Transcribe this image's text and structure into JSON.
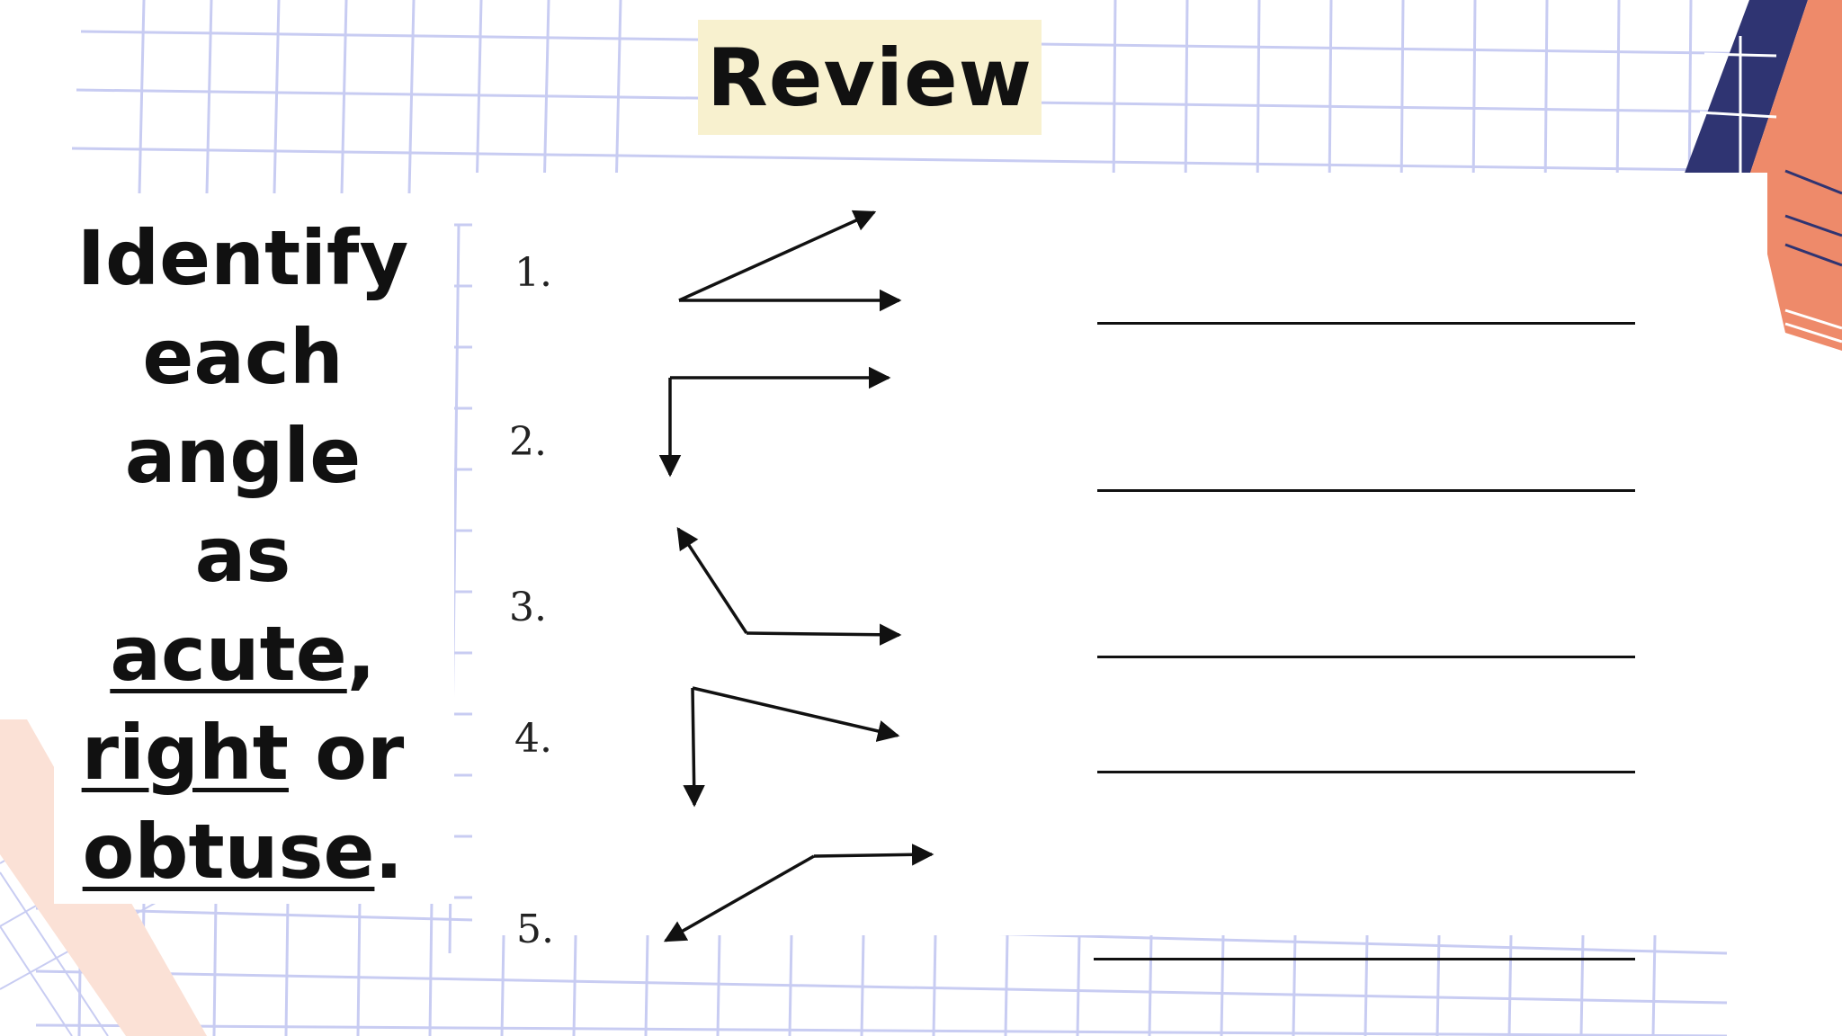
{
  "title": "Review",
  "instructions": {
    "line1": "Identify",
    "line2": "each",
    "line3": "angle",
    "line4": "as",
    "word_acute": "acute",
    "comma": ",",
    "word_right": "right",
    "or1": " or",
    "word_obtuse": "obtuse",
    "period": "."
  },
  "items": [
    {
      "number": "1."
    },
    {
      "number": "2."
    },
    {
      "number": "3."
    },
    {
      "number": "4."
    },
    {
      "number": "5."
    }
  ],
  "colors": {
    "grid": "#c8ccf2",
    "navy": "#2f3472",
    "coral": "#ee8a6a",
    "title_bg": "#f8f1cf"
  }
}
